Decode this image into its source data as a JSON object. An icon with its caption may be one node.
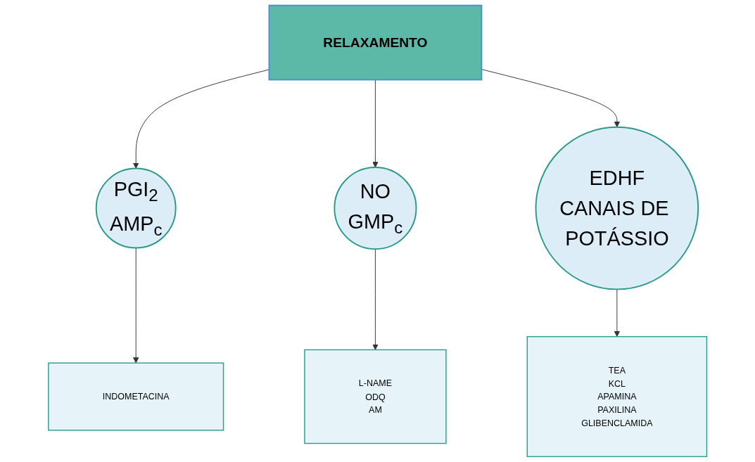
{
  "diagram": {
    "nodes": [
      {
        "text": [
          "RELAXAMENTO"
        ]
      },
      {
        "text": [
          "PGI$_{2}$",
          "AMP$_{c}$"
        ]
      },
      {
        "text": [
          "NO",
          "GMP$_{c}$"
        ]
      },
      {
        "text": [
          "EDHF",
          "CANAIS DE POTÁSSIO"
        ]
      },
      {
        "text": [
          "INDOMETACINA"
        ]
      },
      {
        "text": [
          "L-NAME",
          "ODQ",
          "AM"
        ]
      },
      {
        "text": [
          "TEA",
          "KCL",
          "APAMINA",
          "PAXILINA",
          "GLIBENCLAMIDA"
        ]
      }
    ],
    "edges": [
      {
        "from": 0,
        "to": 1,
        "arrow": "to"
      },
      {
        "from": 0,
        "to": 2,
        "arrow": "to"
      },
      {
        "from": 0,
        "to": 3,
        "arrow": "to"
      },
      {
        "from": 1,
        "to": 4,
        "arrow": "to"
      },
      {
        "from": 2,
        "to": 5,
        "arrow": "to"
      },
      {
        "from": 3,
        "to": 6,
        "arrow": "to"
      }
    ]
  }
}
